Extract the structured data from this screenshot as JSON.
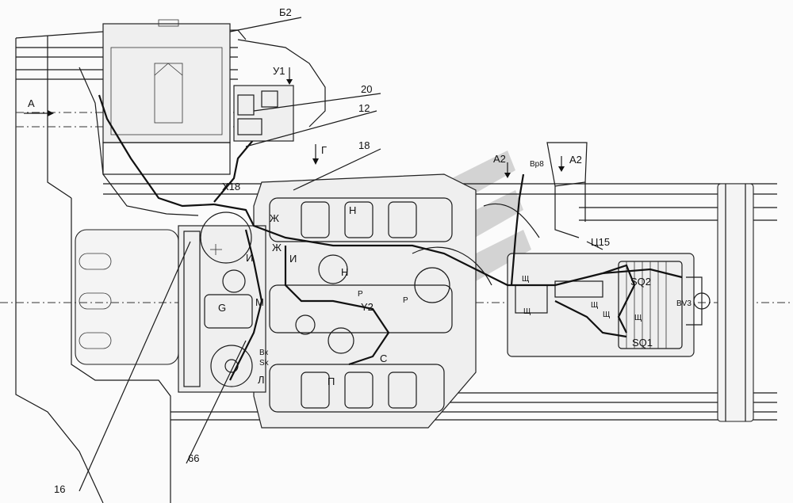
{
  "diagram": {
    "background": "#fbfbfb",
    "watermark_color": "#8a8a8a",
    "labels": {
      "b2": "Б2",
      "u1": "У1",
      "n20": "20",
      "n12": "12",
      "n18": "18",
      "a_left": "A",
      "g_arrow": "Г",
      "x18": "X18",
      "zh1": "Ж",
      "zh2": "Ж",
      "i1": "И",
      "i2": "И",
      "n_upper": "Н",
      "n_lower": "Н",
      "a2_left": "A2",
      "a2_right": "A2",
      "vr8": "Вр8",
      "ts15": "Ц15",
      "m": "М",
      "g_gen": "G",
      "p_small": "Р",
      "r_small": "Р",
      "y2": "Y2",
      "sq2": "SQ2",
      "sq1": "SQ1",
      "bv3": "BV3",
      "sch1": "Щ",
      "sch2": "Щ",
      "sch3": "Щ",
      "sch4": "Щ",
      "sch5": "Щ",
      "bk": "Вк",
      "sk": "Sk",
      "c_letter": "С",
      "l_letter": "Л",
      "p_letter": "П",
      "n66": "66",
      "n16": "16"
    }
  }
}
